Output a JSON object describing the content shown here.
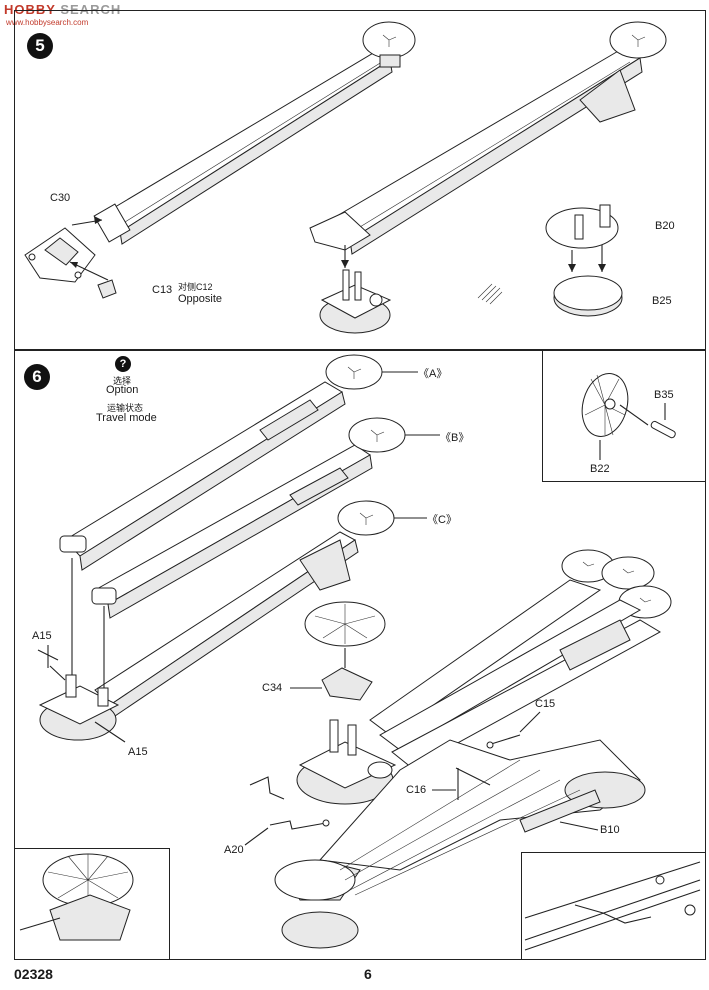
{
  "watermark": {
    "main_red": "HOBBY",
    "main_gray": "SEARCH",
    "sub": "www.hobbysearch.com"
  },
  "step5": {
    "number": "5",
    "labels": {
      "c30": "C30",
      "c13": "C13",
      "c12_cn": "对侧C12",
      "c12_en": "Opposite",
      "b20": "B20",
      "b25": "B25"
    }
  },
  "step6": {
    "number": "6",
    "option_icon": "?",
    "option_cn": "选择",
    "option_en": "Option",
    "travel_cn": "运输状态",
    "travel_en": "Travel mode",
    "labels": {
      "a": "《A》",
      "b": "《B》",
      "c": "《C》",
      "a15_top": "A15",
      "a15_bottom": "A15",
      "c34": "C34",
      "c15": "C15",
      "c16": "C16",
      "a20": "A20",
      "b10": "B10"
    },
    "inset": {
      "b35": "B35",
      "b22": "B22"
    }
  },
  "footer": {
    "code": "02328",
    "page": "6"
  }
}
